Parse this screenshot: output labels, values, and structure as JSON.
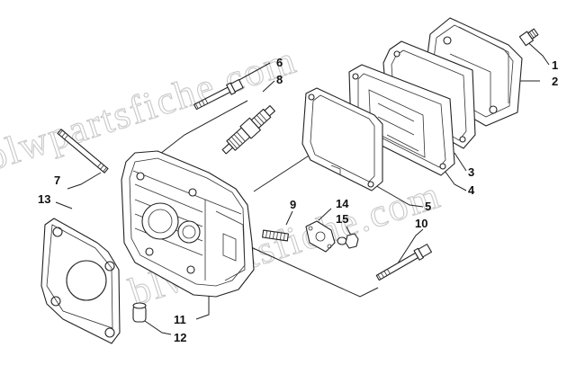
{
  "diagram": {
    "watermark": "blwpartsfiche.com",
    "callouts": [
      "1",
      "2",
      "3",
      "4",
      "5",
      "6",
      "7",
      "8",
      "9",
      "10",
      "11",
      "12",
      "13",
      "14",
      "15"
    ]
  }
}
